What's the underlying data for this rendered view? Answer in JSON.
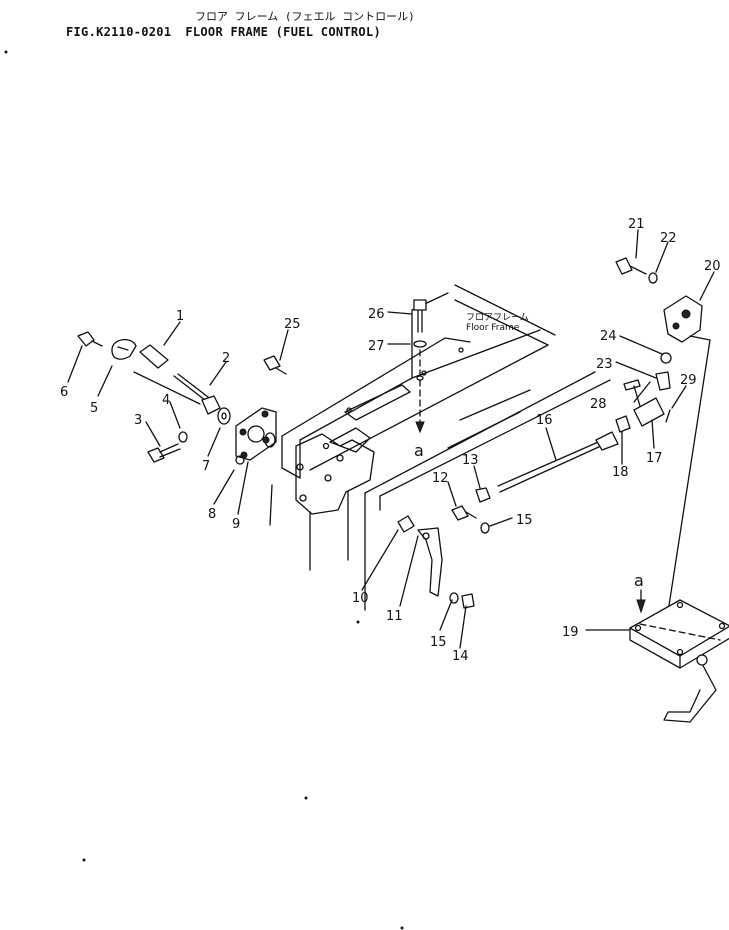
{
  "header": {
    "japanese_title": "フロア フレーム (フェエル コントロール)",
    "figure_number": "FIG.K2110-0201",
    "title": "FLOOR FRAME (FUEL CONTROL)"
  },
  "floor_label": {
    "japanese": "フロアフレーム",
    "english": "Floor Frame"
  },
  "section_marker": "a",
  "part_numbers": [
    "1",
    "2",
    "3",
    "4",
    "5",
    "6",
    "7",
    "8",
    "9",
    "10",
    "11",
    "12",
    "13",
    "14",
    "15",
    "16",
    "17",
    "18",
    "19",
    "20",
    "21",
    "22",
    "23",
    "24",
    "25",
    "26",
    "27",
    "28",
    "29"
  ]
}
